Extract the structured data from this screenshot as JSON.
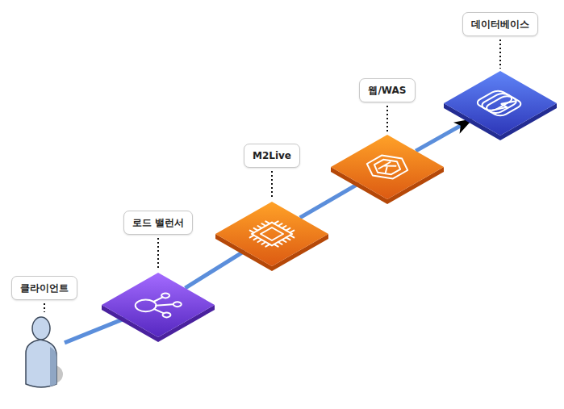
{
  "diagram": {
    "nodes": [
      {
        "text": [
          "클라이언트"
        ]
      },
      {
        "text": [
          "로드 밸런서"
        ]
      },
      {
        "text": [
          "M2Live"
        ]
      },
      {
        "text": [
          "웹/WAS"
        ]
      },
      {
        "text": [
          "데이터베이스"
        ]
      }
    ],
    "edges": [
      {
        "from": 0,
        "to": 1,
        "arrow": "none"
      },
      {
        "from": 1,
        "to": 2,
        "arrow": "none"
      },
      {
        "from": 2,
        "to": 3,
        "arrow": "none"
      },
      {
        "from": 3,
        "to": 4,
        "arrow": "to"
      }
    ]
  }
}
